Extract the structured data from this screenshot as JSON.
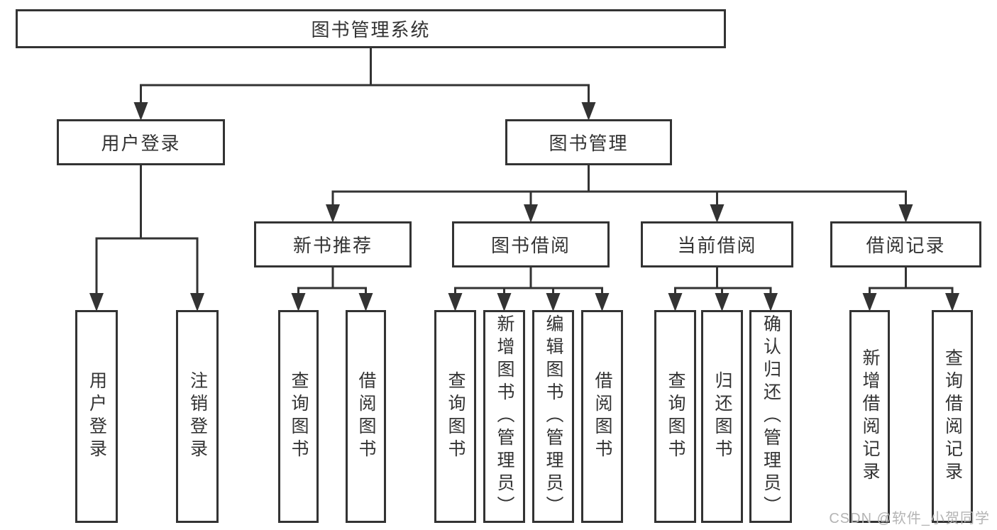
{
  "colors": {
    "line": "#333333",
    "box_border": "#333333",
    "text": "#333333",
    "background": "#ffffff",
    "watermark": "#b4b4b4"
  },
  "watermark": "CSDN @软件_小贺同学",
  "diagram": {
    "type": "hierarchy-tree",
    "title": "图书管理系统",
    "nodes": [
      {
        "id": "root",
        "label": "图书管理系统",
        "parent": null,
        "orientation": "horizontal"
      },
      {
        "id": "user-login",
        "label": "用户登录",
        "parent": "root",
        "orientation": "horizontal"
      },
      {
        "id": "book-management",
        "label": "图书管理",
        "parent": "root",
        "orientation": "horizontal"
      },
      {
        "id": "new-book-rec",
        "label": "新书推荐",
        "parent": "book-management",
        "orientation": "horizontal"
      },
      {
        "id": "book-borrow",
        "label": "图书借阅",
        "parent": "book-management",
        "orientation": "horizontal"
      },
      {
        "id": "current-borrow",
        "label": "当前借阅",
        "parent": "book-management",
        "orientation": "horizontal"
      },
      {
        "id": "borrow-records",
        "label": "借阅记录",
        "parent": "book-management",
        "orientation": "horizontal"
      },
      {
        "id": "leaf-user-login",
        "label": "用户登录",
        "parent": "user-login",
        "orientation": "vertical"
      },
      {
        "id": "leaf-logout",
        "label": "注销登录",
        "parent": "user-login",
        "orientation": "vertical"
      },
      {
        "id": "leaf-query-book-1",
        "label": "查询图书",
        "parent": "new-book-rec",
        "orientation": "vertical"
      },
      {
        "id": "leaf-borrow-book-1",
        "label": "借阅图书",
        "parent": "new-book-rec",
        "orientation": "vertical"
      },
      {
        "id": "leaf-query-book-2",
        "label": "查询图书",
        "parent": "book-borrow",
        "orientation": "vertical"
      },
      {
        "id": "leaf-add-book",
        "label": "新增图书（管理员）",
        "parent": "book-borrow",
        "orientation": "vertical"
      },
      {
        "id": "leaf-edit-book",
        "label": "编辑图书（管理员）",
        "parent": "book-borrow",
        "orientation": "vertical"
      },
      {
        "id": "leaf-borrow-book-2",
        "label": "借阅图书",
        "parent": "book-borrow",
        "orientation": "vertical"
      },
      {
        "id": "leaf-query-book-3",
        "label": "查询图书",
        "parent": "current-borrow",
        "orientation": "vertical"
      },
      {
        "id": "leaf-return-book",
        "label": "归还图书",
        "parent": "current-borrow",
        "orientation": "vertical"
      },
      {
        "id": "leaf-confirm-return",
        "label": "确认归还（管理员）",
        "parent": "current-borrow",
        "orientation": "vertical"
      },
      {
        "id": "leaf-add-borrow-record",
        "label": "新增借阅记录",
        "parent": "borrow-records",
        "orientation": "vertical"
      },
      {
        "id": "leaf-query-borrow-record",
        "label": "查询借阅记录",
        "parent": "borrow-records",
        "orientation": "vertical"
      }
    ]
  }
}
